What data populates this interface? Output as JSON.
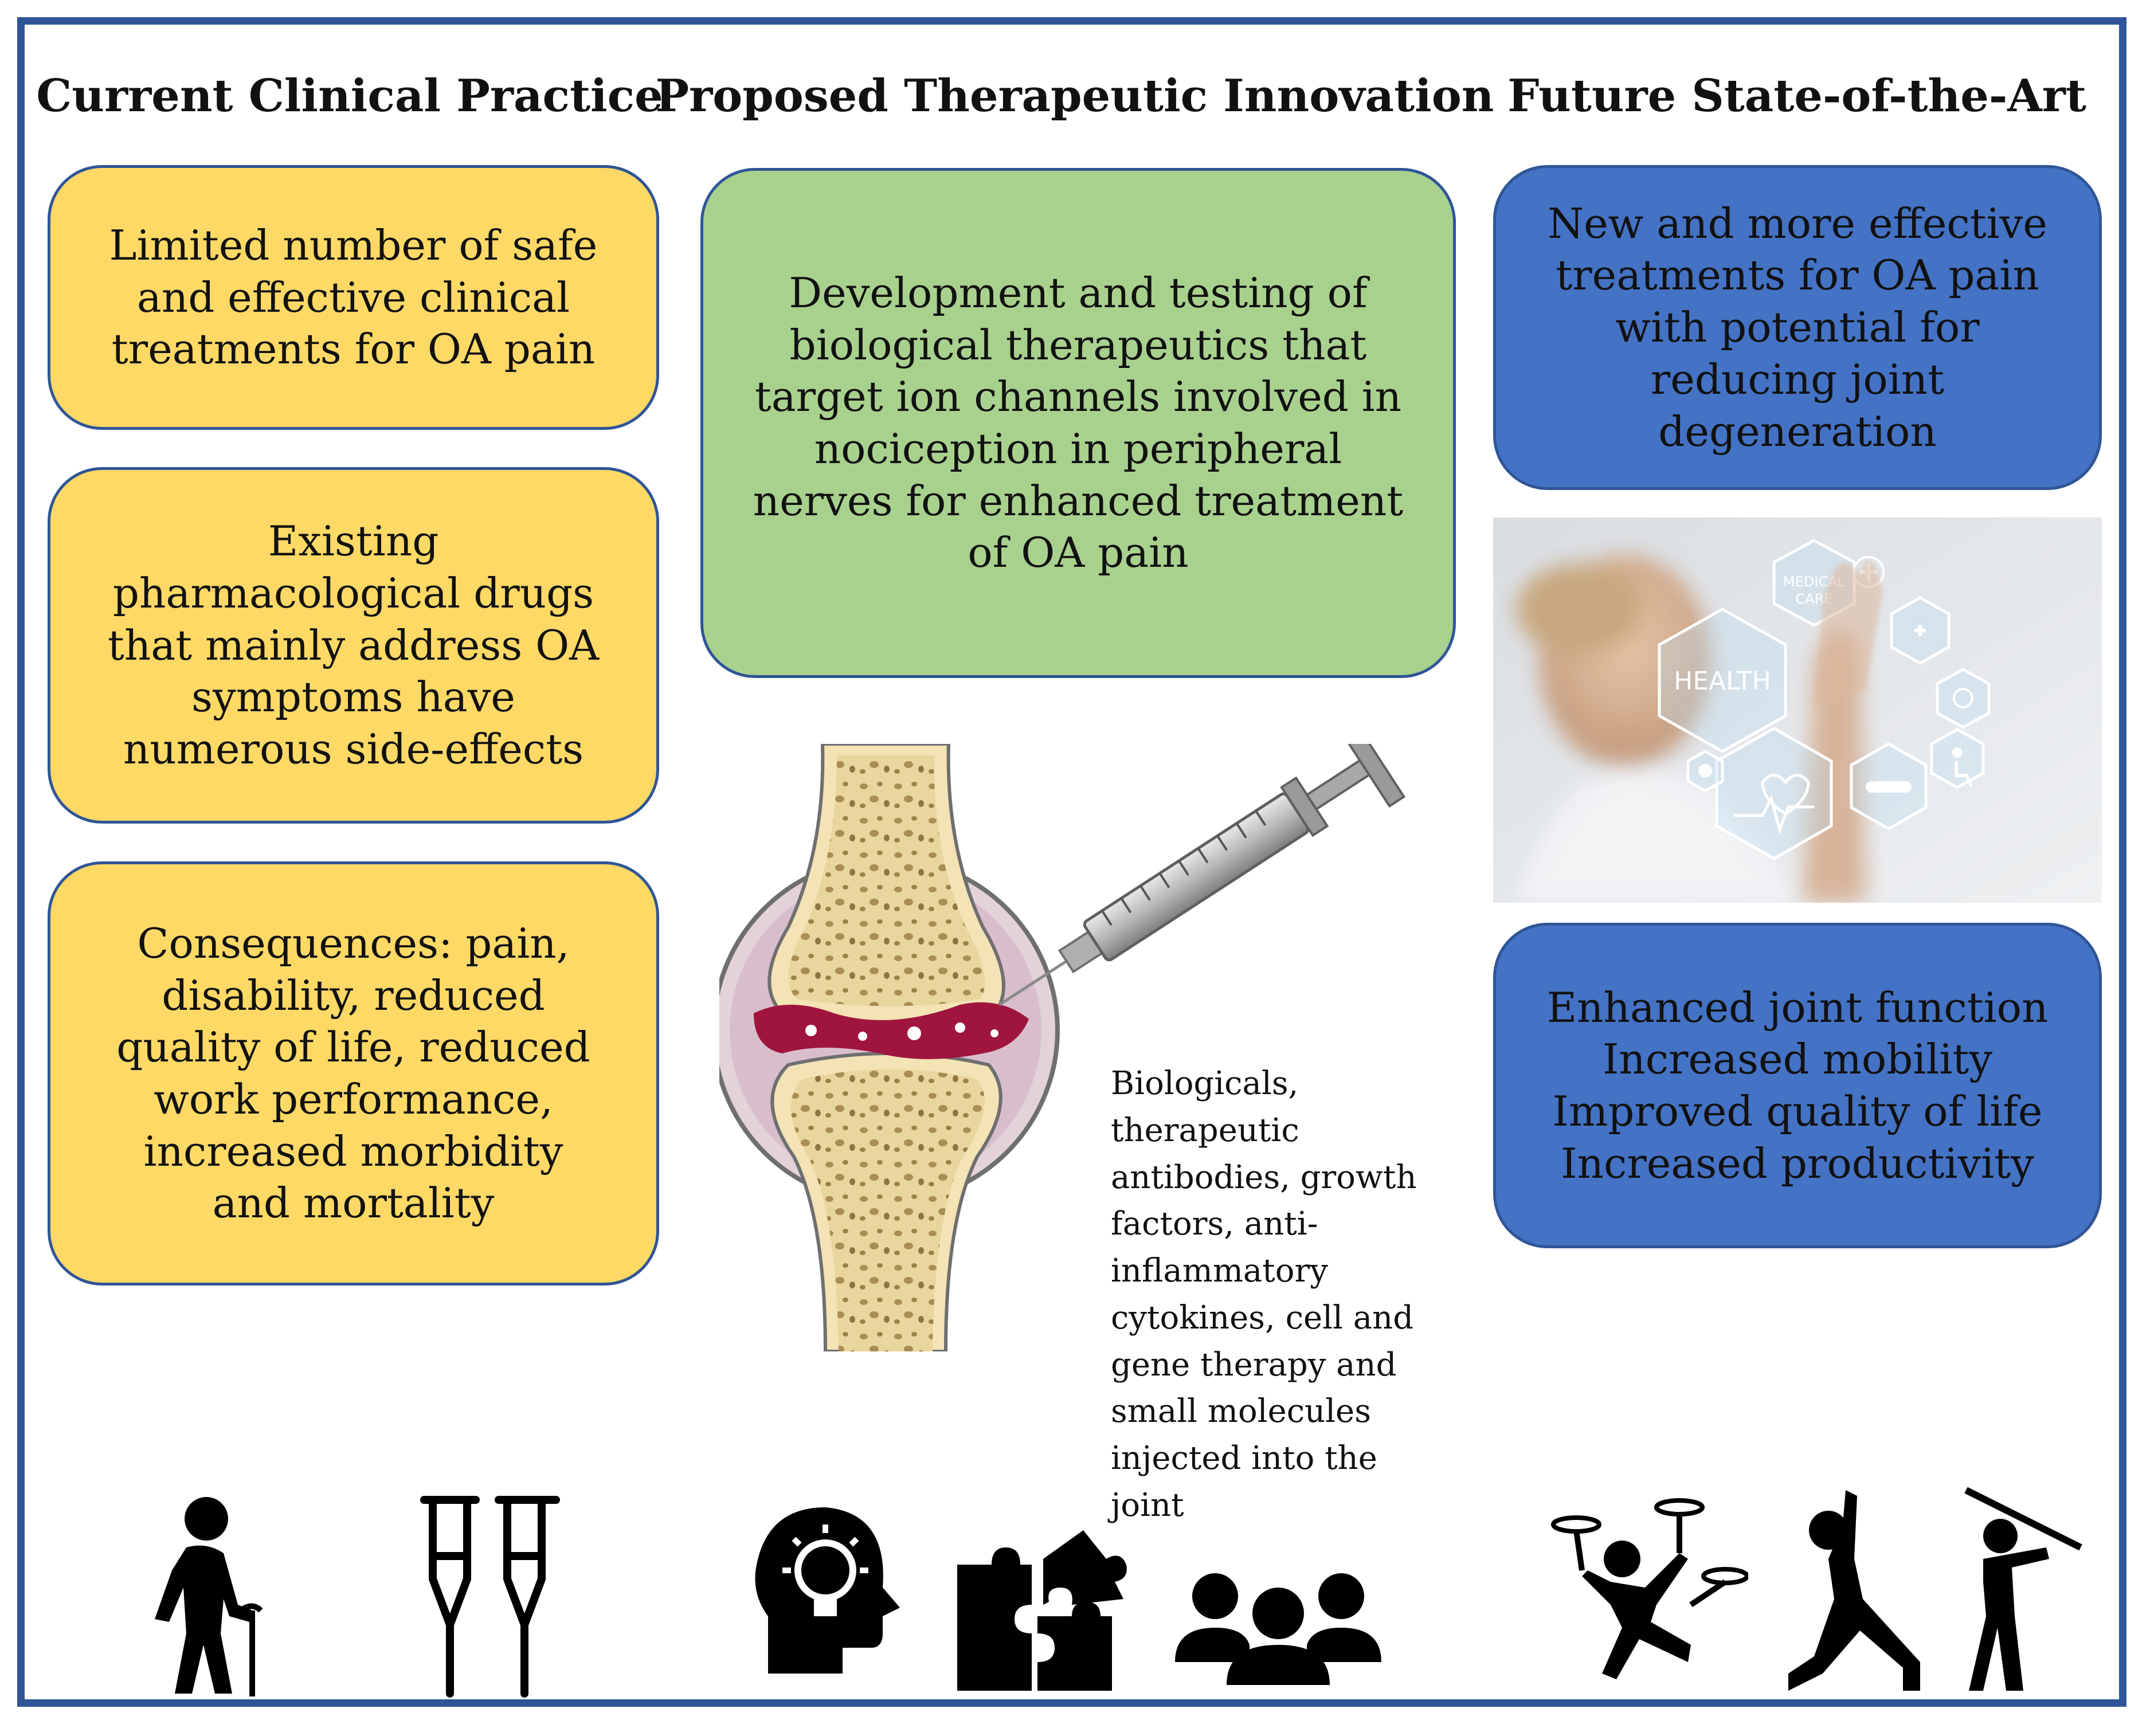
{
  "headers": {
    "current": "Current Clinical  Practice",
    "proposed": "Proposed Therapeutic Innovation",
    "future": "Future State-of-the-Art"
  },
  "current_boxes": [
    "Limited number of safe\nand effective clinical\ntreatments for OA pain",
    "Existing\npharmacological drugs\nthat mainly address OA\nsymptoms have\nnumerous side-effects",
    "Consequences: pain,\ndisability, reduced\nquality of life, reduced\nwork performance,\nincreased morbidity\nand mortality"
  ],
  "proposed_box": "Development and testing of\nbiological therapeutics that\ntarget ion channels involved in\nnociception in peripheral\nnerves for enhanced treatment\nof OA pain",
  "biologicals_text": "Biologicals,\ntherapeutic\nantibodies, growth\nfactors, anti-\ninflammatory\ncytokines, cell and\ngene therapy and\nsmall molecules\ninjected into the\njoint",
  "future_boxes": [
    "New and more effective\ntreatments for OA pain\nwith potential for\nreducing joint\ndegeneration",
    "Enhanced joint function\nIncreased mobility\nImproved  quality of life\nIncreased productivity"
  ],
  "photo_labels": {
    "medical_care": "MEDICAL\nCARE",
    "health": "HEALTH"
  },
  "colors": {
    "frame": "#2F5597",
    "current_box": "#FFD966",
    "proposed_box": "#A9D18E",
    "future_box": "#4472C4",
    "joint_lesion": "#A0153E",
    "bone": "#F3E3B5"
  },
  "icons": [
    "elderly-walker-icon",
    "crutches-icon",
    "head-lightbulb-icon",
    "puzzle-icon",
    "group-people-icon",
    "juggling-person-icon",
    "lunging-person-icon",
    "swinging-person-icon"
  ]
}
